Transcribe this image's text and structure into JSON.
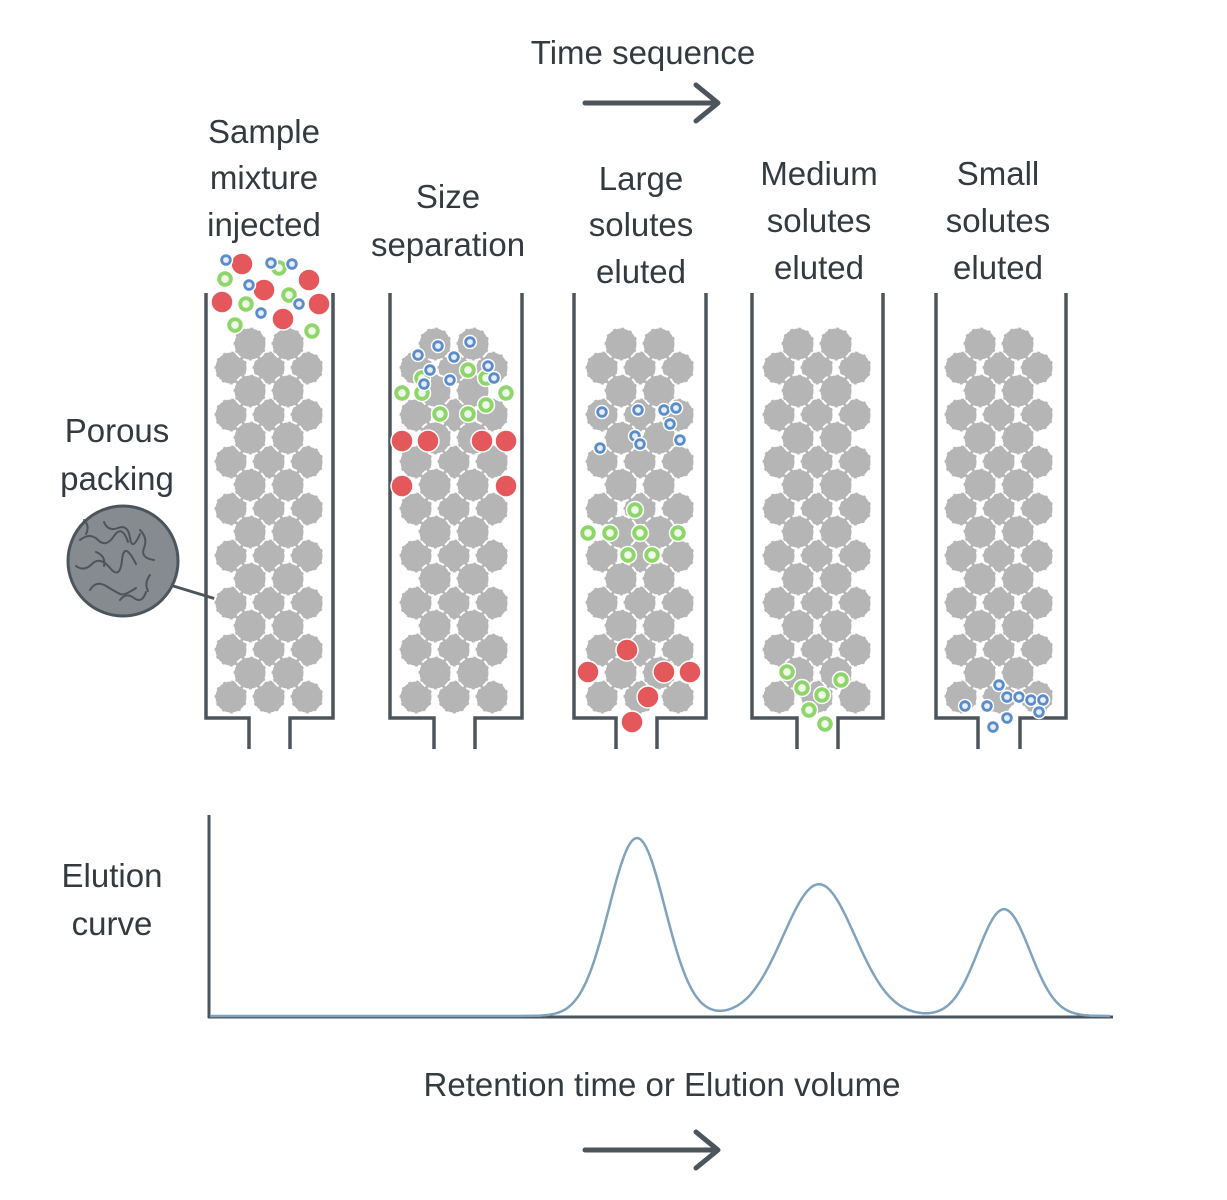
{
  "title": "Time sequence",
  "packing_label": [
    "Porous",
    "packing"
  ],
  "columns": [
    {
      "label": [
        "Sample",
        "mixture",
        "injected"
      ]
    },
    {
      "label": [
        "Size",
        "separation"
      ]
    },
    {
      "label": [
        "Large",
        "solutes",
        "eluted"
      ]
    },
    {
      "label": [
        "Medium",
        "solutes",
        "eluted"
      ]
    },
    {
      "label": [
        "Small",
        "solutes",
        "eluted"
      ]
    }
  ],
  "curve_label": [
    "Elution",
    "curve"
  ],
  "x_axis_label": "Retention time or Elution volume",
  "peaks": [
    {
      "solute": "large",
      "relative_height": 1.0
    },
    {
      "solute": "medium",
      "relative_height": 0.74
    },
    {
      "solute": "small",
      "relative_height": 0.6
    }
  ],
  "colors": {
    "large": "#e4575b",
    "medium": "#8fd66a",
    "small": "#5c8dc9",
    "bead": "#b5b5b5",
    "column": "#4d555c",
    "curve": "#7fa3be",
    "text": "#333a40"
  }
}
